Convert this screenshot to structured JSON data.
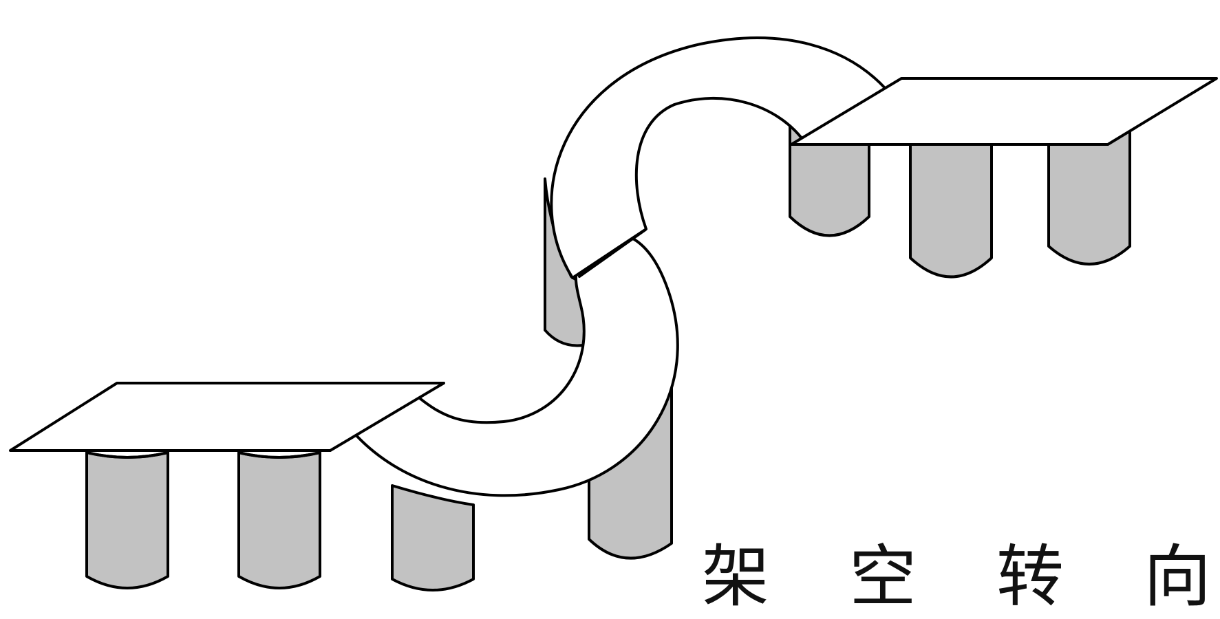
{
  "diagram": {
    "caption_chars": [
      "架",
      "空",
      "转",
      "向"
    ],
    "colors": {
      "background": "#ffffff",
      "stroke": "#000000",
      "pier_fill": "#c2c2c2",
      "deck_fill": "#ffffff"
    },
    "parts": [
      "left-deck",
      "left-piers",
      "s-curve-ramp",
      "right-deck",
      "right-piers"
    ]
  }
}
